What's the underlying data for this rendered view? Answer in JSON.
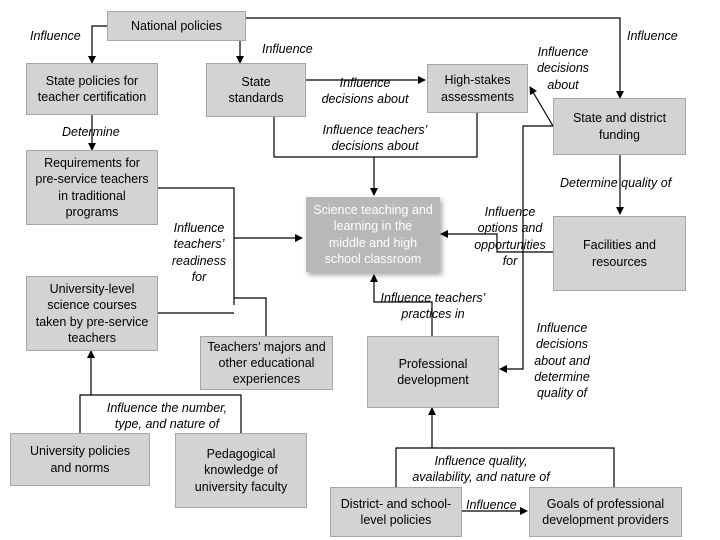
{
  "nodes": {
    "national_policies": "National policies",
    "state_cert": "State policies for\nteacher certification",
    "state_standards": "State standards",
    "high_stakes": "High-stakes\nassessments",
    "state_district_funding": "State and district\nfunding",
    "requirements": "Requirements for\npre-service teachers\nin traditional\nprograms",
    "center": "Science teaching and\nlearning in the\nmiddle and high\nschool classroom",
    "facilities": "Facilities and\nresources",
    "univ_courses": "University-level\nscience courses\ntaken by pre-service\nteachers",
    "majors": "Teachers’ majors and\nother educational\nexperiences",
    "prof_dev": "Professional\ndevelopment",
    "univ_policies": "University policies\nand norms",
    "pedagogical": "Pedagogical\nknowledge of\nuniversity faculty",
    "district_policies": "District- and school-\nlevel policies",
    "goals_pd": "Goals of professional\ndevelopment providers"
  },
  "labels": {
    "influence_cert": "Influence",
    "influence_standards": "Influence",
    "influence_funding": "Influence",
    "determine": "Determine",
    "influence_decisions_about": "Influence\ndecisions about",
    "influence_decisions_about_funding": "Influence\ndecisions\nabout",
    "influence_teachers_decisions": "Influence teachers’\ndecisions about",
    "determine_quality": "Determine quality of",
    "influence_readiness": "Influence\nteachers’\nreadiness\nfor",
    "influence_options": "Influence\noptions and\nopportunities\nfor",
    "influence_practices": "Influence teachers’\npractices in",
    "influence_decisions_quality": "Influence\ndecisions\nabout and\ndetermine\nquality of",
    "influence_number_type": "Influence the number,\ntype, and nature of",
    "influence_quality_availability": "Influence quality,\navailability, and nature of",
    "influence_goals": "Influence"
  }
}
